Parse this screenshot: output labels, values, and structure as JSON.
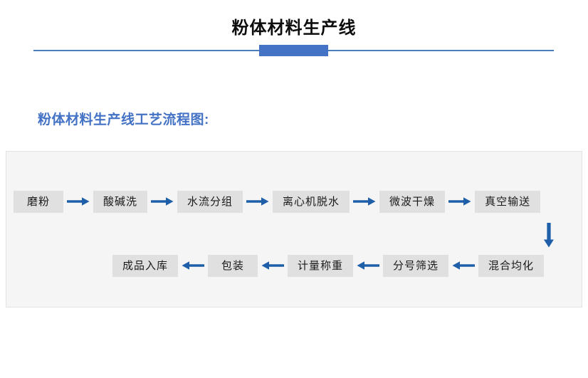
{
  "header": {
    "title": "粉体材料生产线",
    "accent_color": "#4472c4",
    "rule_color": "#4a7ebb"
  },
  "section": {
    "subtitle": "粉体材料生产线工艺流程图:",
    "subtitle_color": "#4472c4"
  },
  "flowchart": {
    "node_fill": "#e0e0e0",
    "panel_fill": "#f5f5f5",
    "arrow_color": "#1f5FA9",
    "rows": [
      {
        "direction": "left-to-right",
        "nodes": [
          {
            "label": "磨粉"
          },
          {
            "label": "酸碱洗"
          },
          {
            "label": "水流分组"
          },
          {
            "label": "离心机脱水"
          },
          {
            "label": "微波干燥"
          },
          {
            "label": "真空输送"
          }
        ]
      },
      {
        "direction": "right-to-left",
        "nodes": [
          {
            "label": "成品入库"
          },
          {
            "label": "包装"
          },
          {
            "label": "计量称重"
          },
          {
            "label": "分号筛选"
          },
          {
            "label": "混合均化"
          }
        ]
      }
    ],
    "connector": {
      "from": "真空输送",
      "to": "混合均化",
      "direction": "down"
    }
  }
}
